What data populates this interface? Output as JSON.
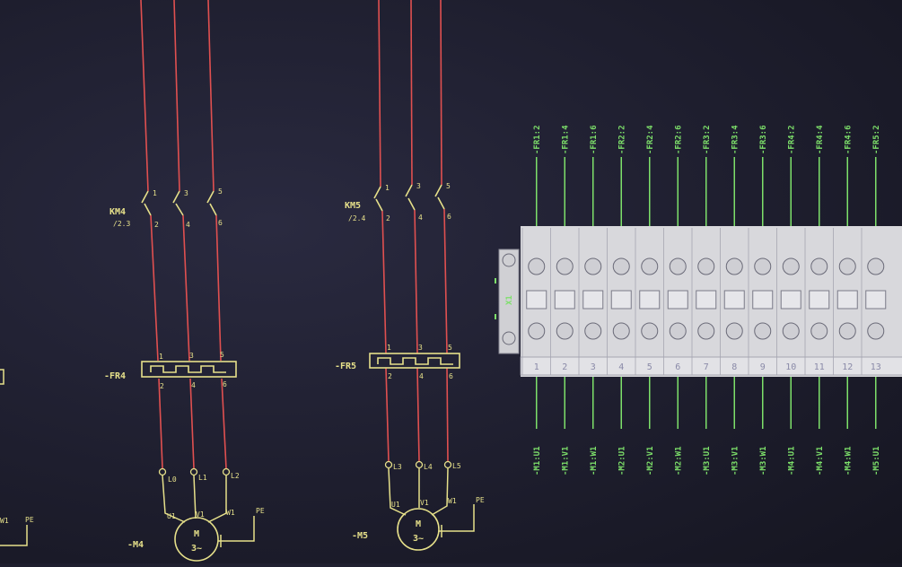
{
  "colors": {
    "background": "#1e1e2e",
    "power_wire": "#e05050",
    "component": "#e6e08a",
    "terminal_wire": "#7de06a",
    "terminal_block": "#d8d8dc"
  },
  "circuits": [
    {
      "id": "m4",
      "contactor": {
        "name": "KM4",
        "ref": "/2.3"
      },
      "contactor_terminals": [
        "1",
        "3",
        "5",
        "2",
        "4",
        "6"
      ],
      "overload": {
        "name": "-FR4",
        "terminals_top": [
          "1",
          "3",
          "5"
        ],
        "terminals_bottom": [
          "2",
          "4",
          "6"
        ]
      },
      "line_labels": [
        "L0",
        "L1",
        "L2"
      ],
      "motor": {
        "name": "-M4",
        "symbol": "M",
        "phase": "3~",
        "terminals": [
          "U1",
          "V1",
          "W1"
        ],
        "pe": "PE"
      }
    },
    {
      "id": "m5",
      "contactor": {
        "name": "KM5",
        "ref": "/2.4"
      },
      "contactor_terminals": [
        "1",
        "3",
        "5",
        "2",
        "4",
        "6"
      ],
      "overload": {
        "name": "-FR5",
        "terminals_top": [
          "1",
          "3",
          "5"
        ],
        "terminals_bottom": [
          "2",
          "4",
          "6"
        ]
      },
      "line_labels": [
        "L3",
        "L4",
        "L5"
      ],
      "motor": {
        "name": "-M5",
        "symbol": "M",
        "phase": "3~",
        "terminals": [
          "U1",
          "V1",
          "W1"
        ],
        "pe": "PE"
      }
    }
  ],
  "left_edge": {
    "terminals": [
      "W1"
    ],
    "pe": "PE"
  },
  "terminal_strip": {
    "name": "X1",
    "top_labels": [
      "-FR1:2",
      "-FR1:4",
      "-FR1:6",
      "-FR2:2",
      "-FR2:4",
      "-FR2:6",
      "-FR3:2",
      "-FR3:4",
      "-FR3:6",
      "-FR4:2",
      "-FR4:4",
      "-FR4:6",
      "-FR5:2"
    ],
    "numbers": [
      "1",
      "2",
      "3",
      "4",
      "5",
      "6",
      "7",
      "8",
      "9",
      "10",
      "11",
      "12",
      "13"
    ],
    "bottom_labels": [
      "-M1:U1",
      "-M1:V1",
      "-M1:W1",
      "-M2:U1",
      "-M2:V1",
      "-M2:W1",
      "-M3:U1",
      "-M3:V1",
      "-M3:W1",
      "-M4:U1",
      "-M4:V1",
      "-M4:W1",
      "-M5:U1"
    ]
  }
}
